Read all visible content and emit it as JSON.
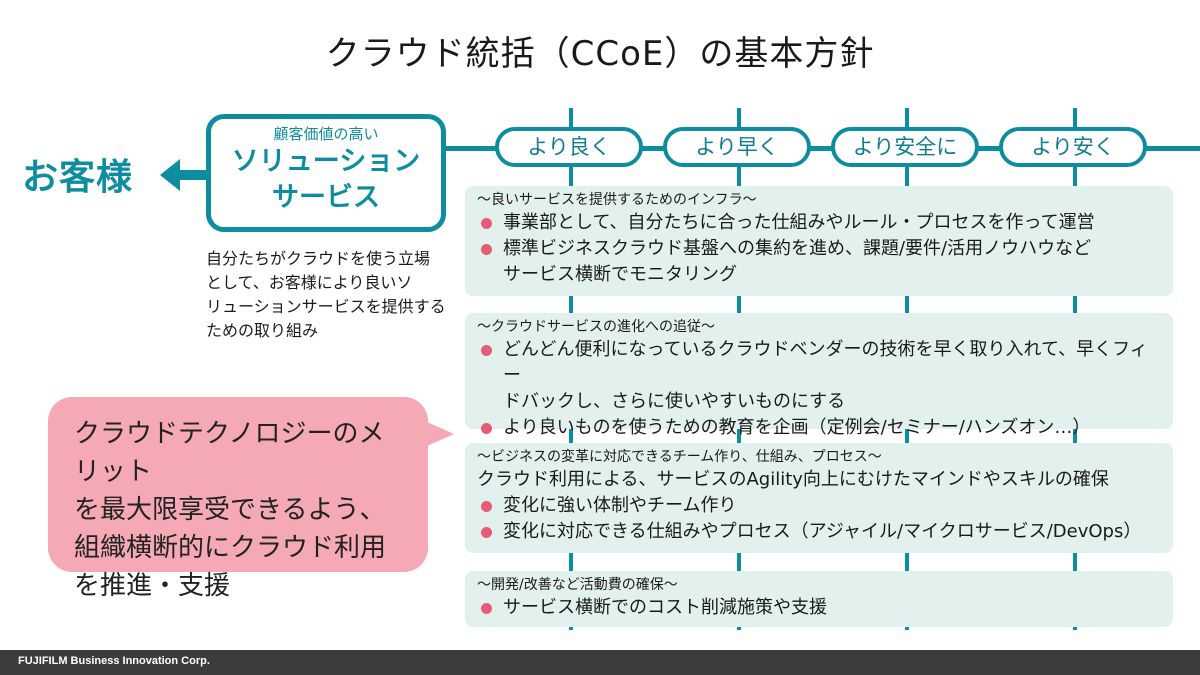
{
  "title": "クラウド統括（CCoE）の基本方針",
  "customer": "お客様",
  "solution": {
    "small": "顧客価値の高い",
    "line1": "ソリューション",
    "line2": "サービス",
    "desc_lines": [
      "自分たちがクラウドを使う立場",
      "として、お客様により良いソ",
      "リューションサービスを提供する",
      "ための取り組み"
    ]
  },
  "pills": [
    "より良く",
    "より早く",
    "より安全に",
    "より安く"
  ],
  "panels": [
    {
      "heading": "〜良いサービスを提供するためのインフラ〜",
      "bullets": [
        "事業部として、自分たちに合った仕組みやルール・プロセスを作って運営",
        "標準ビジネスクラウド基盤への集約を進め、課題/要件/活用ノウハウなど",
        "サービス横断でモニタリング"
      ]
    },
    {
      "heading": "〜クラウドサービスの進化への追従〜",
      "bullets": [
        "どんどん便利になっているクラウドベンダーの技術を早く取り入れて、早くフィー",
        "ドバックし、さらに使いやすいものにする",
        "より良いものを使うための教育を企画（定例会/セミナー/ハンズオン…）"
      ]
    },
    {
      "heading": "〜ビジネスの変革に対応できるチーム作り、仕組み、プロセス〜",
      "plain": "クラウド利用による、サービスのAgility向上にむけたマインドやスキルの確保",
      "bullets": [
        "変化に強い体制やチーム作り",
        "変化に対応できる仕組みやプロセス（アジャイル/マイクロサービス/DevOps）"
      ]
    },
    {
      "heading": "〜開発/改善など活動費の確保〜",
      "bullets": [
        "サービス横断でのコスト削減施策や支援"
      ]
    }
  ],
  "bubble_lines": [
    "クラウドテクノロジーのメリット",
    "を最大限享受できるよう、",
    "組織横断的にクラウド利用",
    "を推進・支援"
  ],
  "footer": "FUJIFILM Business Innovation Corp.",
  "colors": {
    "teal": "#0f8da0",
    "panel_bg": "#e2f1ed",
    "bullet": "#e55d72",
    "bubble": "#f4a9b4"
  }
}
